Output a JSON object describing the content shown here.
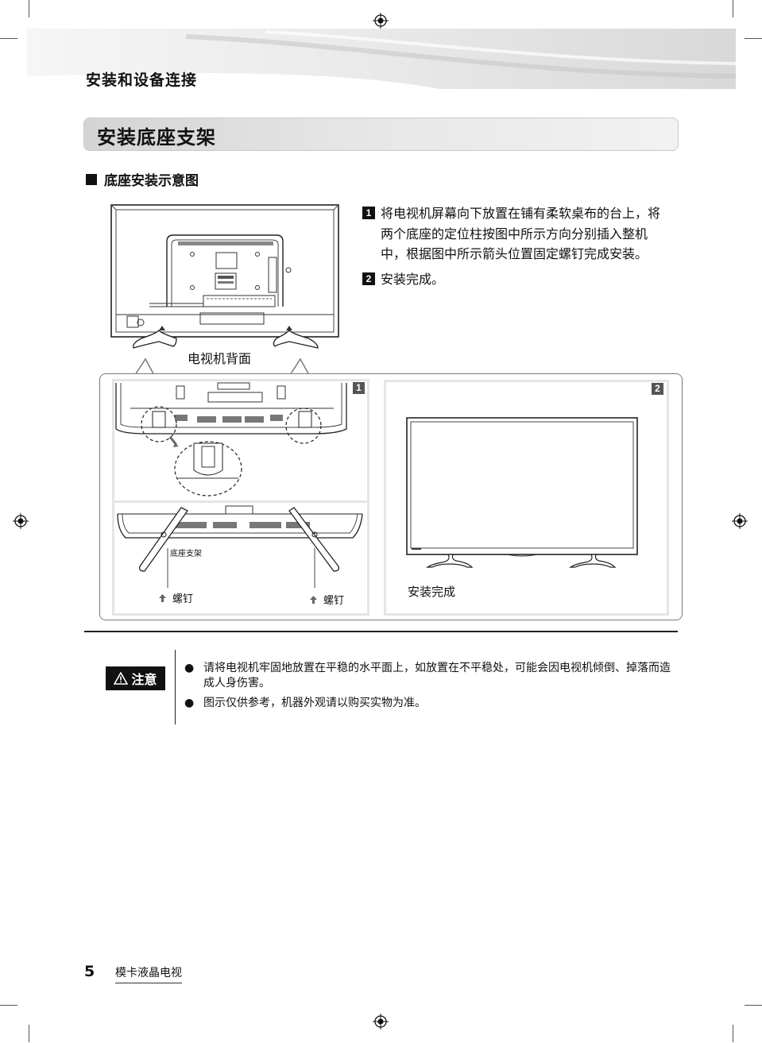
{
  "header": {
    "section_title": "安装和设备连接"
  },
  "title_bar": {
    "title": "安装底座支架"
  },
  "subheading": "底座安装示意图",
  "steps": [
    {
      "num": "1",
      "text": "将电视机屏幕向下放置在铺有柔软桌布的台上，将两个底座的定位柱按图中所示方向分别插入整机中，根据图中所示箭头位置固定螺钉完成安装。"
    },
    {
      "num": "2",
      "text": "安装完成。"
    }
  ],
  "diagram": {
    "tv_back_label": "电视机背面",
    "panel1_num": "1",
    "panel2_num": "2",
    "base_stand_label": "底座支架",
    "screw_left_label": "螺钉",
    "screw_right_label": "螺钉",
    "complete_label": "安装完成"
  },
  "caution": {
    "label": "注意",
    "icon": "warning-triangle-icon",
    "notes": [
      "请将电视机牢固地放置在平稳的水平面上，如放置在不平稳处，可能会因电视机倾倒、掉落而造成人身伤害。",
      "图示仅供参考，机器外观请以购买实物为准。"
    ]
  },
  "footer": {
    "page_number": "5",
    "doc_name": "模卡液晶电视"
  }
}
